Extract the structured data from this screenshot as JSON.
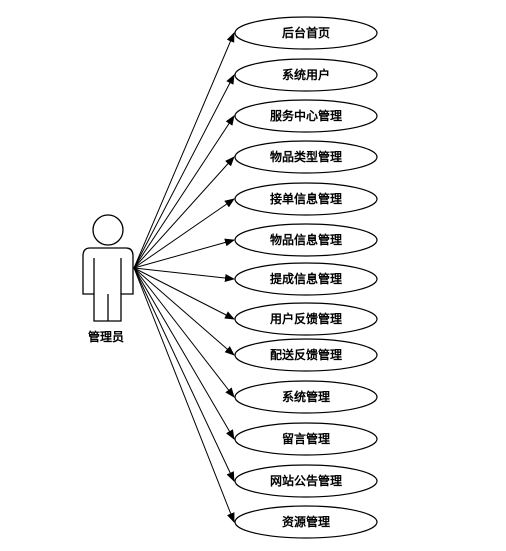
{
  "actor": {
    "label": "管理员",
    "icon": "person-icon"
  },
  "use_cases": [
    {
      "label": "后台首页"
    },
    {
      "label": "系统用户"
    },
    {
      "label": "服务中心管理"
    },
    {
      "label": "物品类型管理"
    },
    {
      "label": "接单信息管理"
    },
    {
      "label": "物品信息管理"
    },
    {
      "label": "提成信息管理"
    },
    {
      "label": "用户反馈管理"
    },
    {
      "label": "配送反馈管理"
    },
    {
      "label": "系统管理"
    },
    {
      "label": "留言管理"
    },
    {
      "label": "网站公告管理"
    },
    {
      "label": "资源管理"
    }
  ],
  "colors": {
    "stroke": "#000000",
    "fill": "#ffffff"
  }
}
